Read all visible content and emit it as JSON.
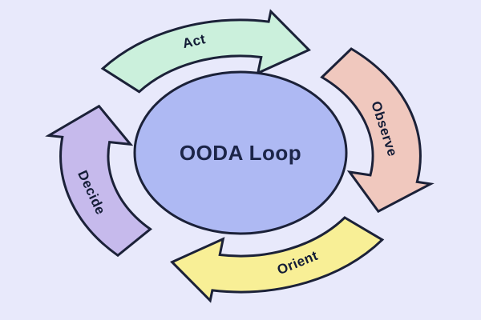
{
  "diagram": {
    "title": "OODA Loop",
    "type": "cycle-diagram",
    "direction": "clockwise",
    "flow_order": [
      "Observe",
      "Orient",
      "Decide",
      "Act"
    ],
    "background_color": "#e8e9fb",
    "outline_color": "#1b2138",
    "label_color": "#131c36",
    "title_color": "#1c2548",
    "center_circle": {
      "label": "OODA Loop",
      "fill": "#aeb9f3"
    },
    "stages": [
      {
        "label": "Act",
        "position": "top",
        "fill": "#cbf0dc",
        "start_angle": 220,
        "tip_angle": 296,
        "label_angle": 253,
        "label_radius": 150,
        "label_rotation": -13
      },
      {
        "label": "Observe",
        "position": "right",
        "fill": "#f0c8be",
        "start_angle": 308,
        "tip_angle": 388,
        "label_angle": 346,
        "label_radius": 140,
        "label_rotation": 72
      },
      {
        "label": "Orient",
        "position": "bottom",
        "fill": "#f8ef96",
        "start_angle": 38,
        "tip_angle": 116,
        "label_angle": 68,
        "label_radius": 144,
        "label_rotation": -22
      },
      {
        "label": "Decide",
        "position": "left",
        "fill": "#c6baec",
        "start_angle": 133,
        "tip_angle": 205,
        "label_angle": 162,
        "label_radius": 148,
        "label_rotation": 65
      }
    ]
  }
}
